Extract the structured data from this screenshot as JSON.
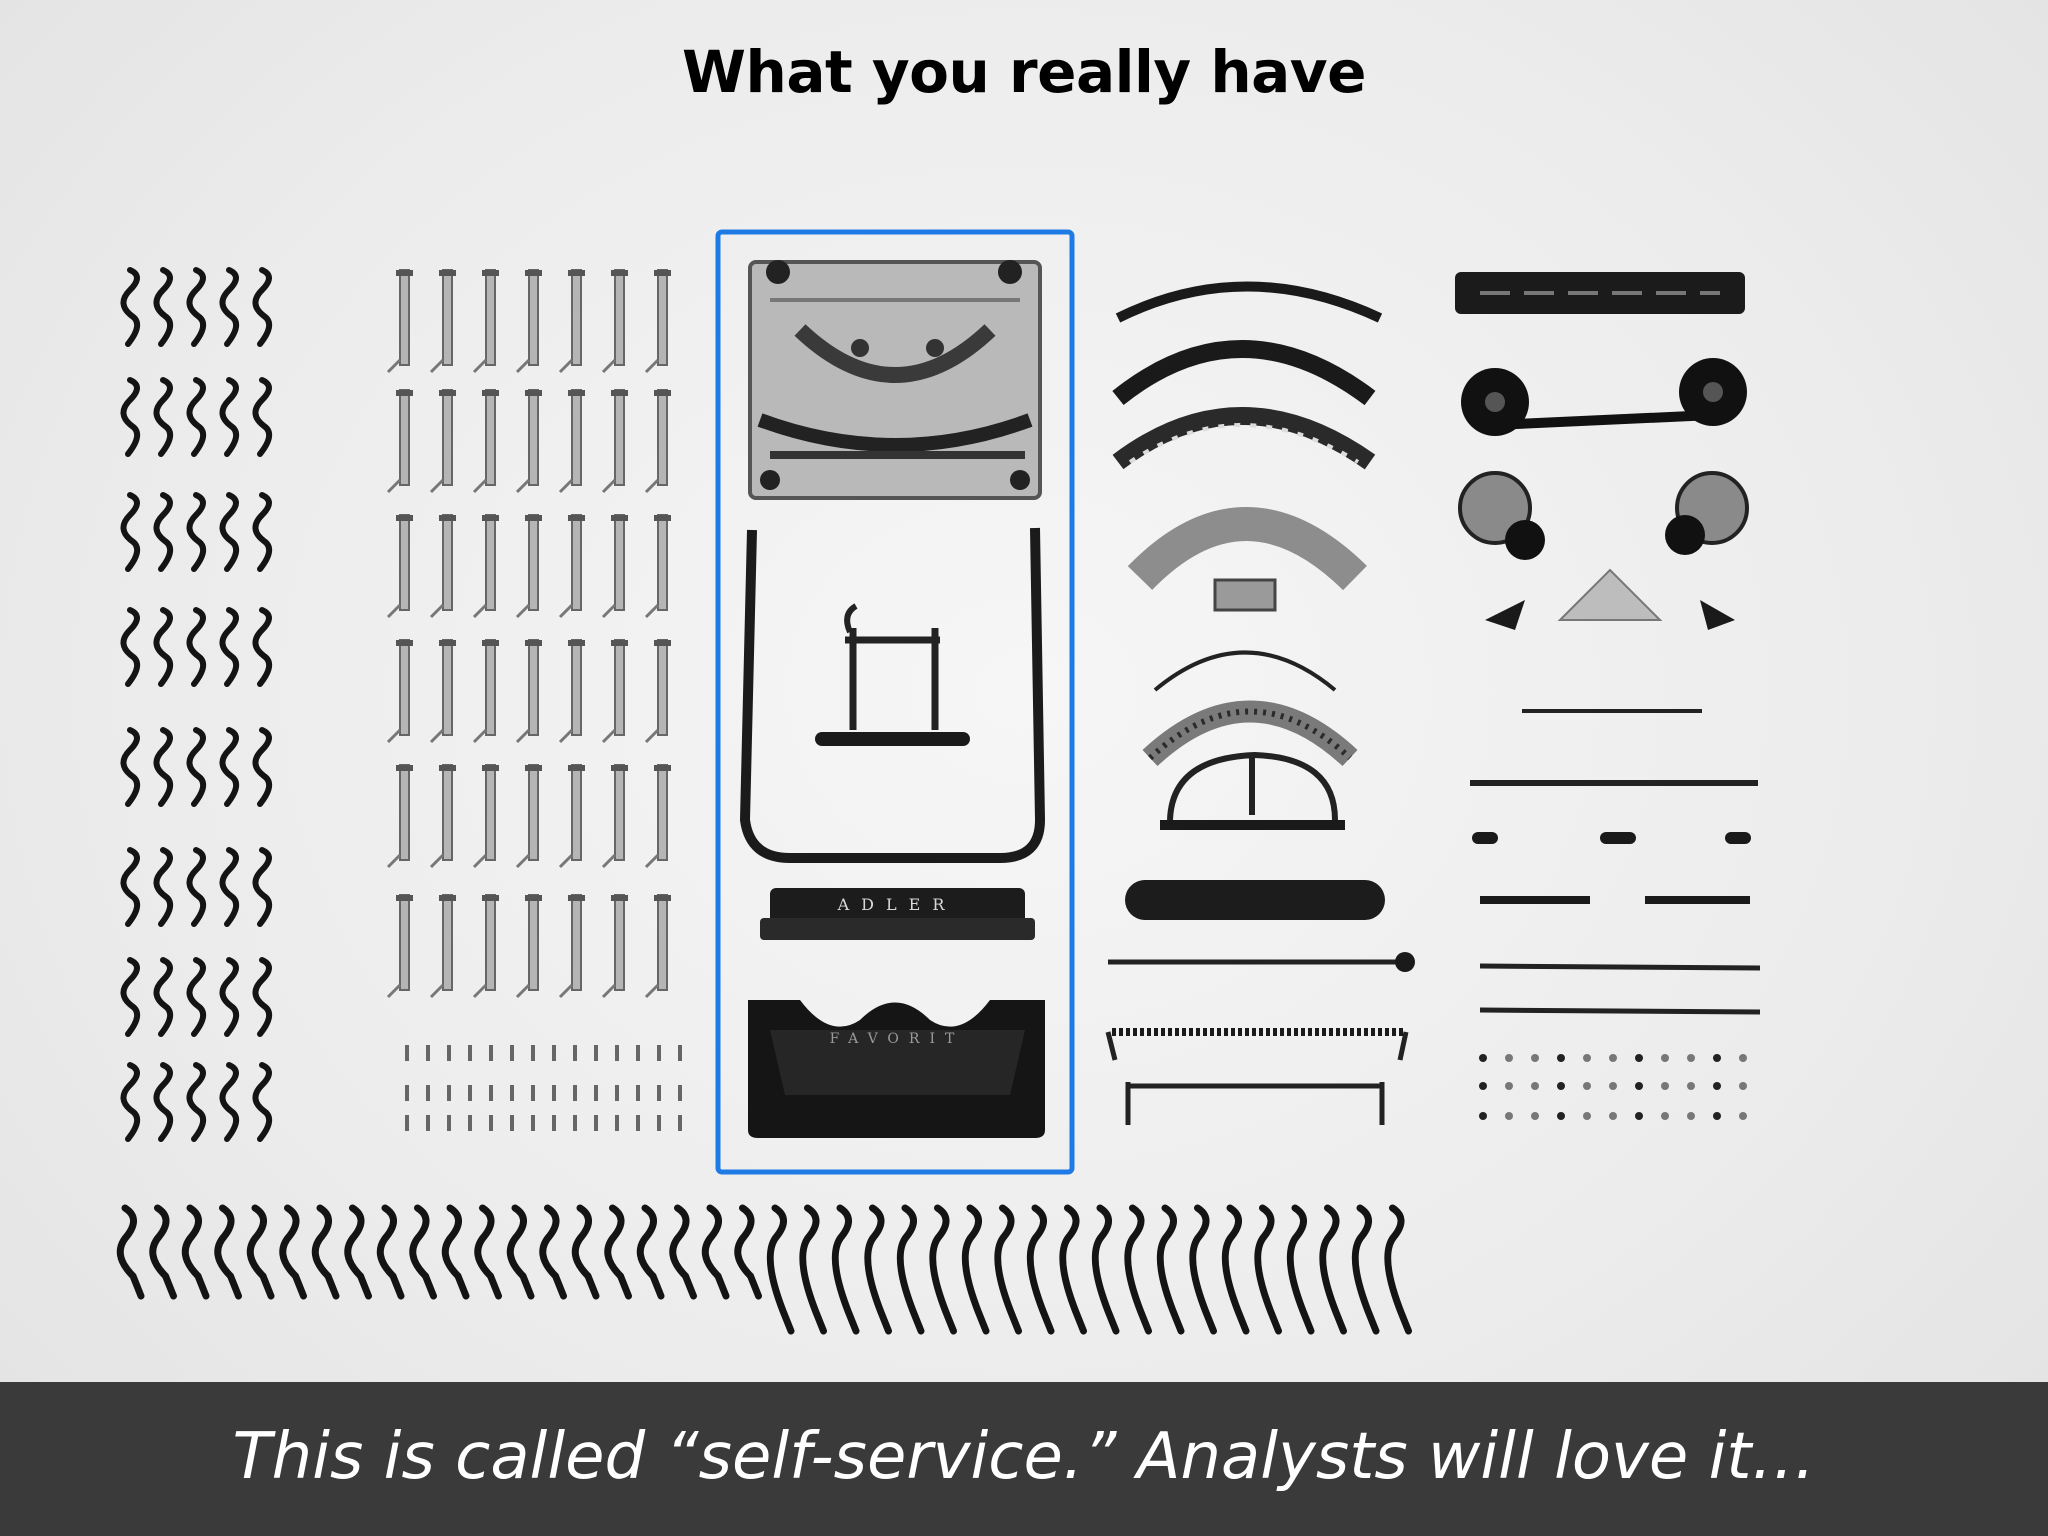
{
  "slide": {
    "title": "What you really have",
    "caption": "This is called “self-service.” Analysts will love it…"
  },
  "photo": {
    "subject": "disassembled-typewriter-flat-lay",
    "highlight_color": "#1e7be6",
    "part_labels": {
      "brand_plate": "ADLER",
      "cover_plate": "FAVORIT"
    }
  }
}
